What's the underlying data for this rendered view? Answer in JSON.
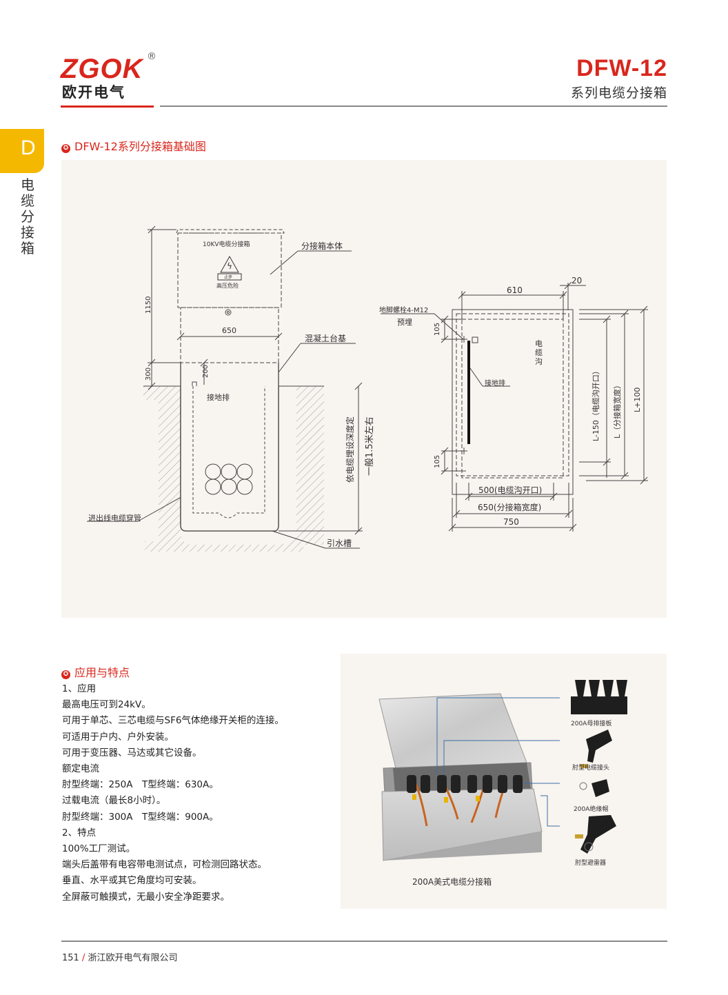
{
  "header": {
    "logo_text": "ZGOK",
    "logo_reg": "®",
    "logo_cn": "欧开电气",
    "model": "DFW-12",
    "model_sub": "系列电缆分接箱"
  },
  "side_tab": {
    "letter": "D",
    "text": "电缆分接箱"
  },
  "diagram_section": {
    "title": "DFW-12系列分接箱基础图",
    "left": {
      "box_label": "10KV电缆分接箱",
      "warning_small": "止步",
      "warning": "高压危险",
      "dim_1150": "1150",
      "dim_300": "300",
      "dim_650": "650",
      "dim_200": "200",
      "label_body": "分接箱本体",
      "label_base": "混凝土台基",
      "label_ground": "接地排",
      "label_depth1": "依电缆埋设深度定",
      "label_depth2": "一般1.5米左右",
      "label_pipe": "进出线电缆穿管",
      "label_drain": "引水槽"
    },
    "right": {
      "dim_610": "610",
      "dim_20": "20",
      "label_bolt": "地脚螺栓4-M12",
      "label_embed": "预埋",
      "dim_105a": "105",
      "dim_105b": "105",
      "label_trench": "电缆沟",
      "label_ground": "接地排",
      "dim_L150": "L-150（电缆沟开口）",
      "dim_L": "L（分接箱宽度）",
      "dim_L100": "L+100",
      "dim_500": "500(电缆沟开口)",
      "dim_650": "650(分接箱宽度)",
      "dim_750": "750"
    }
  },
  "features": {
    "title": "应用与特点",
    "lines": [
      "1、应用",
      "最高电压可到24kV。",
      "可用于单芯、三芯电缆与SF6气体绝缘开关柜的连接。",
      "可适用于户内、户外安装。",
      "可用于变压器、马达或其它设备。",
      "额定电流",
      "肘型终端：250A　T型终端：630A。",
      "过载电流（最长8小时）。",
      "肘型终端：300A　T型终端：900A。",
      "2、特点",
      "100%工厂测试。",
      "端头后盖带有电容带电测试点，可检测回路状态。",
      "垂直、水平或其它角度均可安装。",
      "全屏蔽可触摸式，无最小安全净距要求。"
    ]
  },
  "photo": {
    "caption": "200A美式电缆分接箱",
    "parts": [
      "200A母排接板",
      "肘型电缆接头",
      "200A绝缘帽",
      "肘型避雷器"
    ]
  },
  "footer": {
    "page": "151",
    "sep": "/",
    "company": "浙江欧开电气有限公司"
  },
  "colors": {
    "brand_red": "#d9261c",
    "tab_yellow": "#f5b800",
    "panel_bg": "#f8f4f0"
  }
}
